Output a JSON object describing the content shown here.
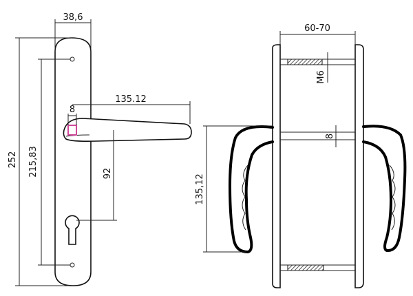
{
  "dimensions": {
    "plate_width": "38,6",
    "total_height": "252",
    "hole_spacing": "215,83",
    "handle_length": "135.12",
    "spindle_square": "8",
    "backset": "92",
    "door_thickness": "60-70",
    "screw_thread": "M6",
    "spindle_side": "8",
    "handle_height": "135,12"
  },
  "colors": {
    "line": "#111111",
    "spindle_square": "#d04a9a",
    "hatch": "#555555"
  }
}
